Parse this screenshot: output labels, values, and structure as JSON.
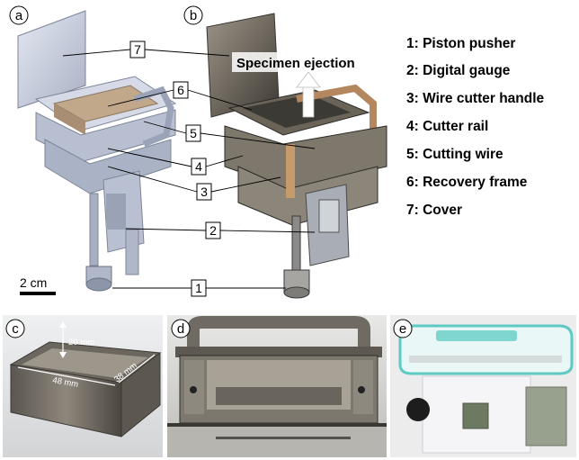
{
  "panels": {
    "a": "a",
    "b": "b",
    "c": "c",
    "d": "d",
    "e": "e"
  },
  "callouts": [
    "1",
    "2",
    "3",
    "4",
    "5",
    "6",
    "7"
  ],
  "legend": [
    "1: Piston pusher",
    "2: Digital gauge",
    "3: Wire cutter handle",
    "4: Cutter rail",
    "5: Cutting wire",
    "6: Recovery frame",
    "7: Cover"
  ],
  "ejection_label": "Specimen ejection",
  "scale_bar": "2 cm",
  "dimensions": {
    "height": "20 mm",
    "width": "48 mm",
    "depth": "38 mm"
  },
  "colors": {
    "render_metal": "#c9d0e0",
    "photo_metal": "#7a7368",
    "photo_bg": "#d8d8d6",
    "sealer_teal": "#5fc9c4"
  }
}
